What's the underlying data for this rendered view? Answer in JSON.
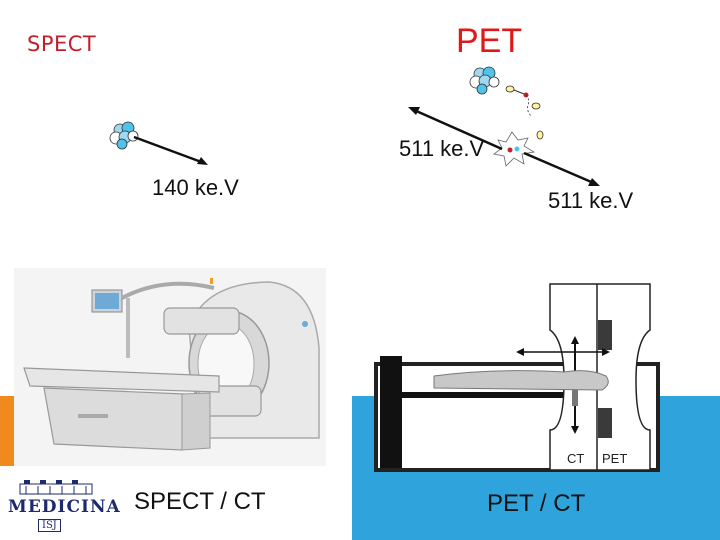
{
  "spect": {
    "title": "SPECT",
    "energy_label": "140 ke.V",
    "system_label": "SPECT / CT"
  },
  "pet": {
    "title": "PET",
    "energy_label_1": "511 ke.V",
    "energy_label_2": "511 ke.V",
    "system_label": "PET / CT"
  },
  "diagram": {
    "ct_label": "CT",
    "pet_label": "PET"
  },
  "logo": {
    "name": "MEDICINA",
    "sub": "ISJ"
  },
  "colors": {
    "title_red": "#e01818",
    "accent_orange": "#f08a1c",
    "accent_blue": "#2ea3dc",
    "logo_navy": "#1e2a6e"
  }
}
